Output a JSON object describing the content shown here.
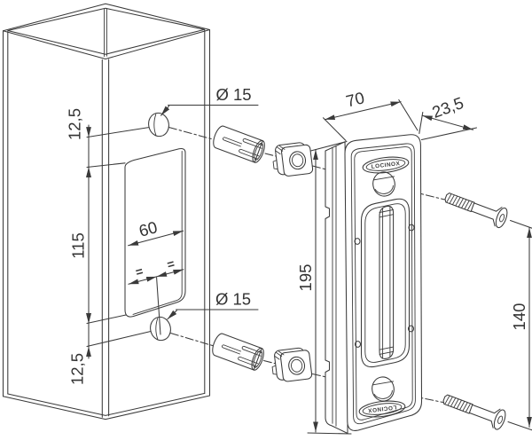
{
  "diagram": {
    "logos": {
      "top": "LOCINOX",
      "bottom": "LOCINOX"
    },
    "dimensions": {
      "post_hole_top_offset": "12,5",
      "cutout_height": "115",
      "cutout_width": "60",
      "post_hole_bottom_offset": "12,5",
      "hole_diameter_top": "Ø 15",
      "hole_diameter_bottom": "Ø 15",
      "housing_width": "70",
      "housing_depth": "23,5",
      "housing_height": "195",
      "fixing_distance": "140",
      "equal_left": "=",
      "equal_right": "="
    },
    "colors": {
      "line": "#3a3a3a",
      "dim_text": "#333333",
      "background": "#ffffff"
    }
  }
}
